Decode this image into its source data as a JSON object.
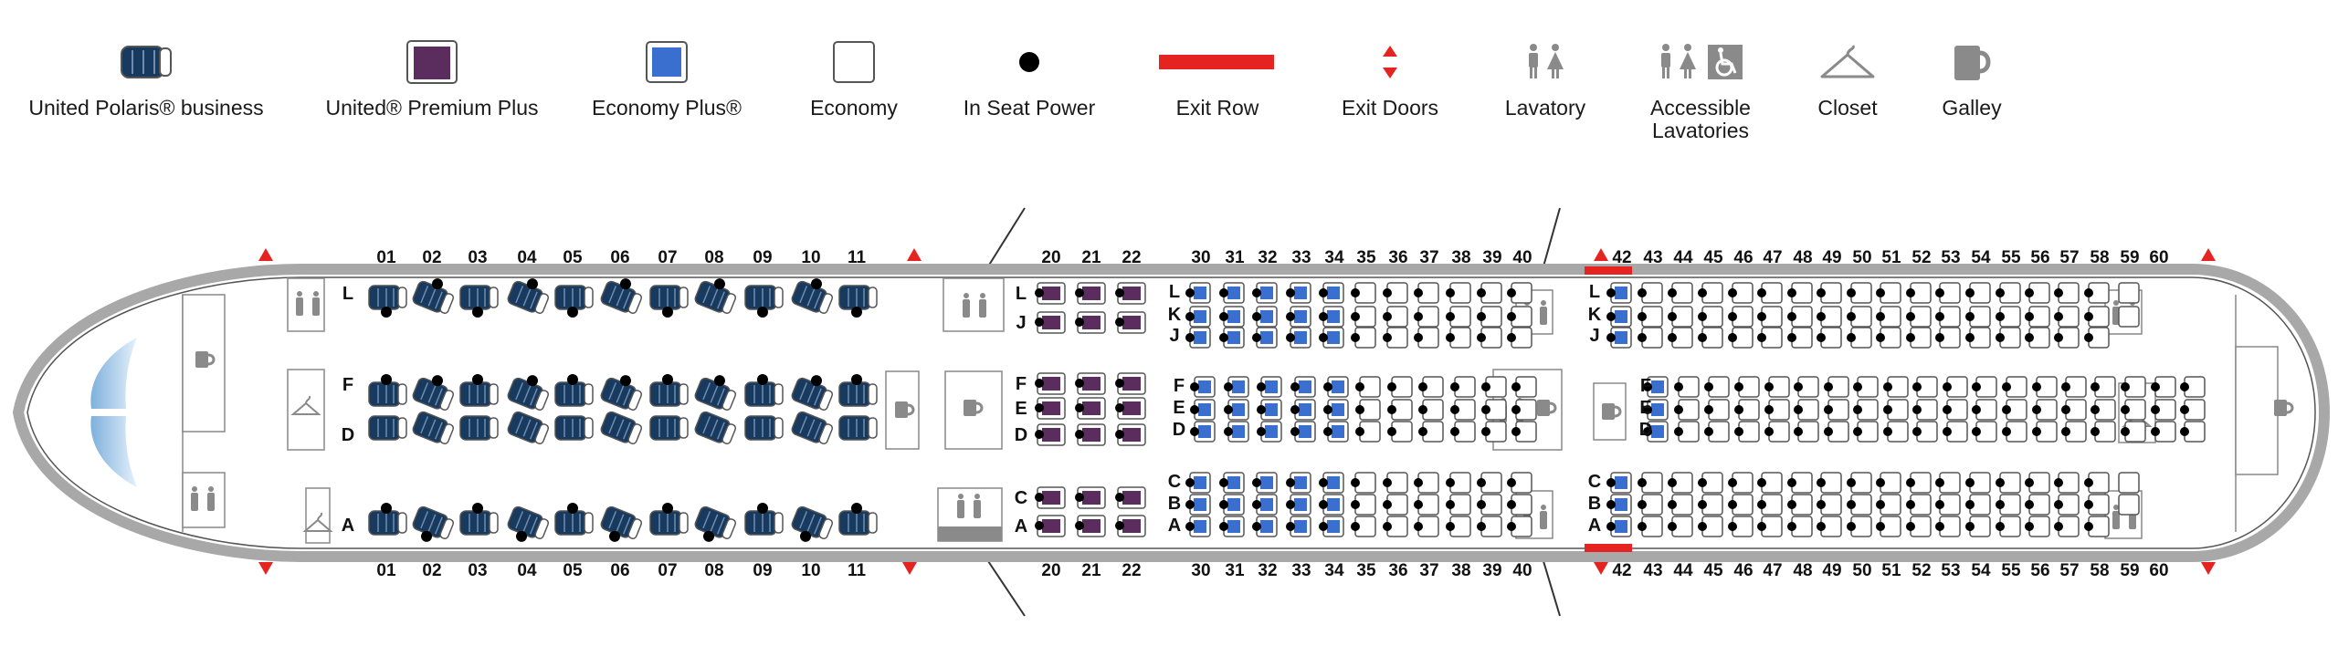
{
  "legend": {
    "polaris": "United Polaris® business",
    "premium_plus": "United® Premium Plus",
    "economy_plus": "Economy Plus®",
    "economy": "Economy",
    "power": "In Seat Power",
    "exit_row": "Exit Row",
    "exit_doors": "Exit Doors",
    "lavatory": "Lavatory",
    "accessible_1": "Accessible",
    "accessible_2": "Lavatories",
    "closet": "Closet",
    "galley": "Galley"
  },
  "colors": {
    "polaris": "#173a5e",
    "premium_plus": "#5b2d5e",
    "economy_plus": "#3a6fcf",
    "exit": "#e52421",
    "fuselage": "#a8a8a8",
    "icon_gray": "#8a8a8a"
  },
  "cabin": {
    "business_rows": [
      "01",
      "02",
      "03",
      "04",
      "05",
      "06",
      "07",
      "08",
      "09",
      "10",
      "11"
    ],
    "business_left_letters": [
      "L",
      "F",
      "D",
      "A"
    ],
    "premium_rows": [
      "20",
      "21",
      "22"
    ],
    "premium_letters": [
      "L",
      "J",
      "F",
      "E",
      "D",
      "C",
      "A"
    ],
    "economy_front_rows": [
      "30",
      "31",
      "32",
      "33",
      "34",
      "35",
      "36",
      "37",
      "38",
      "39",
      "40"
    ],
    "economy_rear_rows": [
      "42",
      "43",
      "44",
      "45",
      "46",
      "47",
      "48",
      "49",
      "50",
      "51",
      "52",
      "53",
      "54",
      "55",
      "56",
      "57",
      "58",
      "59",
      "60"
    ],
    "economy_letters": [
      "L",
      "K",
      "J",
      "F",
      "E",
      "D",
      "C",
      "B",
      "A"
    ]
  }
}
